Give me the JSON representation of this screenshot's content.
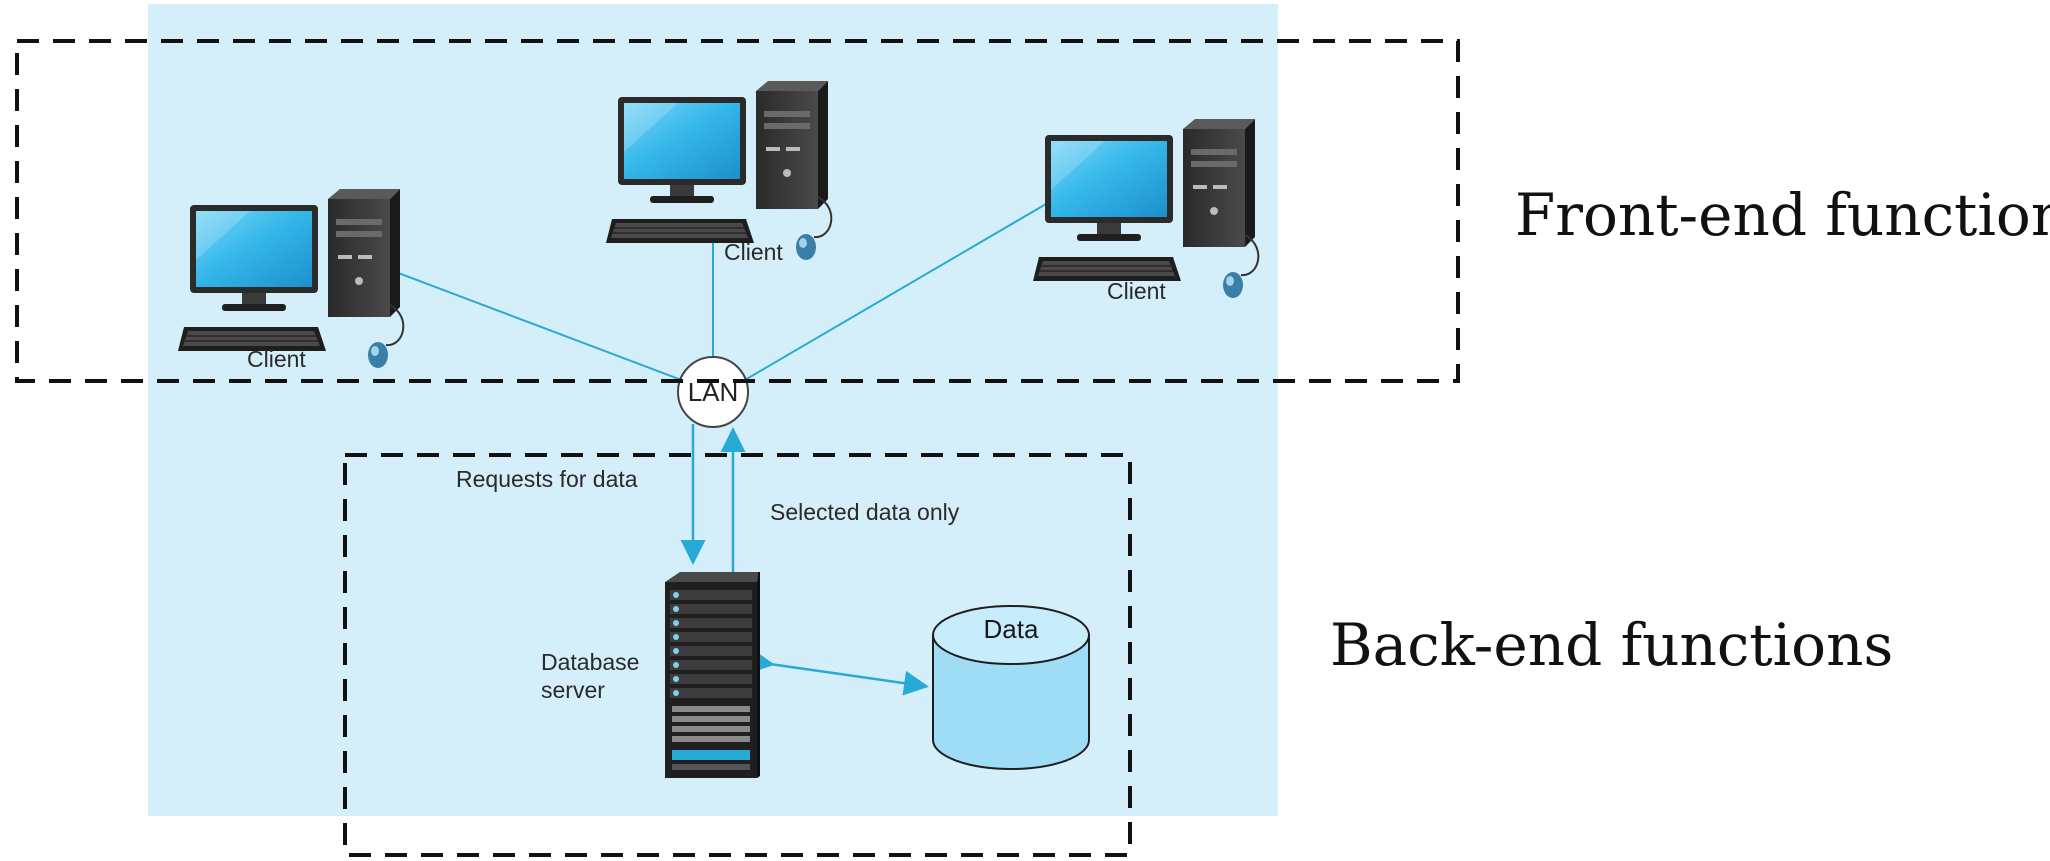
{
  "diagram": {
    "regions": {
      "front_end_label": "Front-end functions",
      "back_end_label": "Back-end functions"
    },
    "clients": [
      {
        "label": "Client"
      },
      {
        "label": "Client"
      },
      {
        "label": "Client"
      }
    ],
    "hub": {
      "label": "LAN"
    },
    "flows": {
      "request_label": "Requests for data",
      "response_label": "Selected data only"
    },
    "server": {
      "line1": "Database",
      "line2": "server"
    },
    "storage": {
      "label": "Data"
    },
    "colors": {
      "background_panel": "#d4effa",
      "connector": "#29a9d6",
      "monitor_screen": "#35b8ea",
      "dashed_border": "#111111"
    },
    "icons": [
      "desktop-computer-icon",
      "server-rack-icon",
      "database-cylinder-icon"
    ]
  }
}
